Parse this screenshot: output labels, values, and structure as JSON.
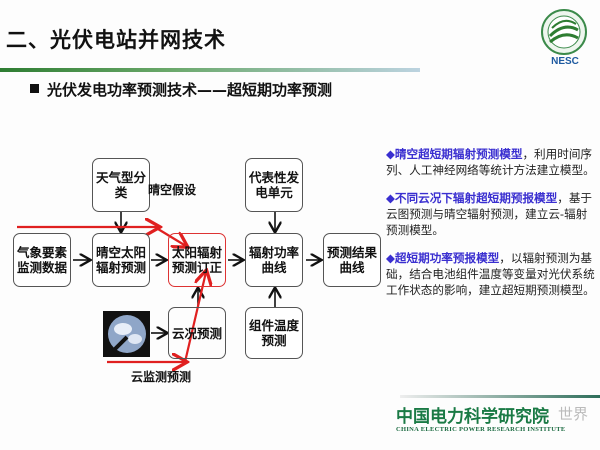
{
  "header": {
    "title": "二、光伏电站并网技术",
    "subtitle": "光伏发电功率预测技术——超短期功率预测",
    "logo_text": "NESC"
  },
  "diagram": {
    "boxes": {
      "weather_class": "天气型分类",
      "meteo_data": "气象要素监测数据",
      "clear_sky": "晴空太阳辐射预测",
      "correction": "太阳辐射预测订正",
      "power_curve": "辐射功率曲线",
      "result_curve": "预测结果曲线",
      "rep_unit": "代表性发电单元",
      "cloud_forecast": "云况预测",
      "module_temp": "组件温度预测"
    },
    "labels": {
      "clear_sky_assumption": "晴空假设",
      "cloud_monitoring": "云监测预测"
    },
    "colors": {
      "red_path": "#e02020",
      "highlight": "#3a2fd0"
    }
  },
  "notes": [
    {
      "highlight": "◆晴空超短期辐射预测模型",
      "text": "，利用时间序列、人工神经网络等统计方法建立模型。"
    },
    {
      "highlight": "◆不同云况下辐射超短期预报模型",
      "text": "，基于云图预测与晴空辐射预测，建立云-辐射预测模型。"
    },
    {
      "highlight": "◆超短期功率预报模型",
      "text": "，以辐射预测为基础，结合电池组件温度等变量对光伏系统工作状态的影响，建立超短期预测模型。"
    }
  ],
  "footer": {
    "org_cn": "中国电力科学研究院",
    "watermark": "世界",
    "org_en": "CHINA ELECTRIC POWER RESEARCH INSTITUTE"
  }
}
